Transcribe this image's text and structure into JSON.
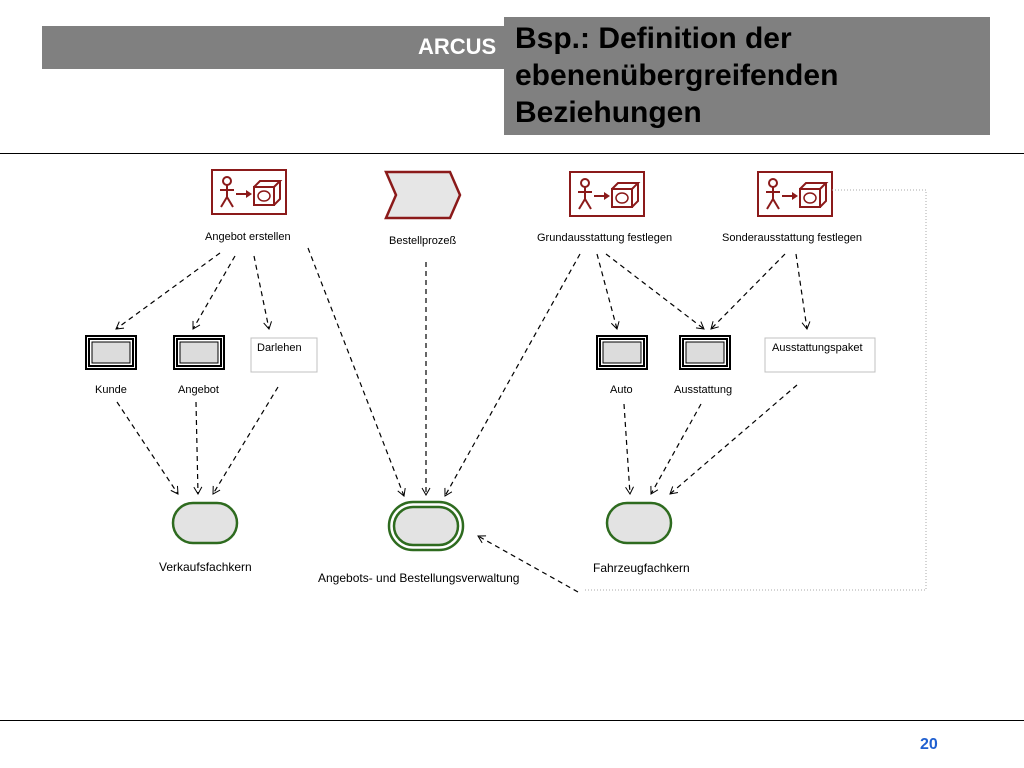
{
  "header": {
    "text": "ARCUS"
  },
  "title": {
    "text": "Bsp.: Definition der\nebenenübergreifenden\nBeziehungen"
  },
  "functions": [
    {
      "label": "Angebot erstellen"
    },
    {
      "label": "Grundausstattung festlegen"
    },
    {
      "label": "Sonderausstattung festlegen"
    }
  ],
  "process": {
    "label": "Bestellprozeß"
  },
  "entities": [
    {
      "label": "Kunde"
    },
    {
      "label": "Angebot"
    },
    {
      "label": "Auto"
    },
    {
      "label": "Ausstattung"
    }
  ],
  "boxes": [
    {
      "label": "Darlehen"
    },
    {
      "label": "Ausstattungspaket"
    }
  ],
  "cores": [
    {
      "label": "Verkaufsfachkern"
    },
    {
      "label": "Angebots- und Bestellungsverwaltung"
    },
    {
      "label": "Fahrzeugfachkern"
    }
  ],
  "colors": {
    "function_red": "#8b1a1a",
    "core_green": "#2e6b1f",
    "page_number_blue": "#1f5fd0"
  },
  "page_number": "20"
}
